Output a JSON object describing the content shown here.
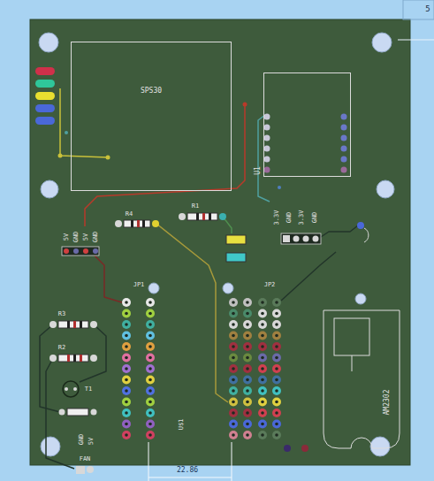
{
  "diagram": {
    "nodes": [
      {
        "text": [
          "SPS30"
        ]
      },
      {
        "text": [
          "U1"
        ]
      },
      {
        "text": [
          "AM2302"
        ]
      }
    ],
    "labels": [
      "5",
      "3.3V",
      "GND",
      "3.3V",
      "GND",
      "R4",
      "R1",
      "5V",
      "GND",
      "5V",
      "GND",
      "JP1",
      "JP2",
      "R3",
      "R2",
      "T1",
      "GND",
      "5V",
      "FAN",
      "U$1",
      "22.86"
    ]
  }
}
